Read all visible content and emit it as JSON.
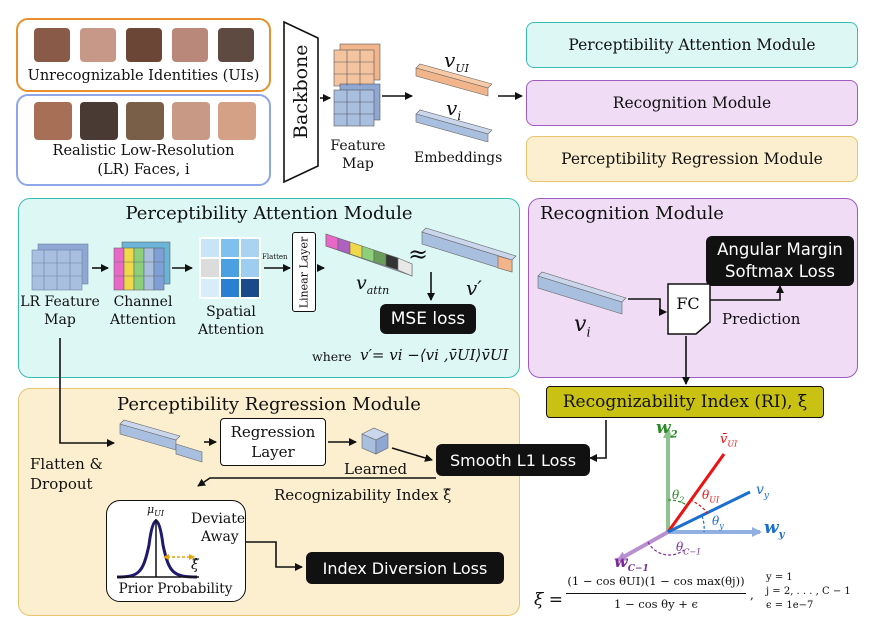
{
  "inputs": {
    "ui_label": "Unrecognizable Identities (UIs)",
    "lr_label_line1": "Realistic Low-Resolution",
    "lr_label_line2": "(LR) Faces, i"
  },
  "backbone": {
    "label": "Backbone"
  },
  "feature_map": {
    "line1": "Feature",
    "line2": "Map"
  },
  "embeddings": {
    "label": "Embeddings",
    "v_ui": "vUI",
    "v_i": "vi"
  },
  "legend": {
    "attention": "Perceptibility Attention Module",
    "recognition": "Recognition Module",
    "regression": "Perceptibility Regression Module"
  },
  "pam": {
    "title": "Perceptibility Attention Module",
    "lr_feature_map_line1": "LR Feature",
    "lr_feature_map_line2": "Map",
    "channel_attention_line1": "Channel",
    "channel_attention_line2": "Attention",
    "spatial_attention_line1": "Spatial",
    "spatial_attention_line2": "Attention",
    "flatten": "Flatten",
    "linear_layer": "Linear Layer",
    "v_attn": "vattn",
    "approx": "≈",
    "v_prime": "v′",
    "mse_loss": "MSE loss",
    "where_label": "where",
    "where_formula": "v′= vi −⟨vi ,v̄UI⟩v̄UI"
  },
  "rm": {
    "title": "Recognition Module",
    "angular_line1": "Angular Margin",
    "angular_line2": "Softmax Loss",
    "fc": "FC",
    "prediction": "Prediction",
    "v_i": "vi"
  },
  "ri_label": "Recognizability Index (RI), ξ",
  "prm": {
    "title": "Perceptibility Regression Module",
    "flatten_dropout_line1": "Flatten &",
    "flatten_dropout_line2": "Dropout",
    "regression_line1": "Regression",
    "regression_line2": "Layer",
    "learned": "Learned",
    "ri_hat": "Recognizability Index ξ̂",
    "smooth_l1": "Smooth L1 Loss",
    "mu_ui": "μUI",
    "deviate_line1": "Deviate",
    "deviate_line2": "Away",
    "xi_hat": "ξ̂",
    "prior": "Prior Probability",
    "index_diversion": "Index Diversion Loss"
  },
  "vector_diagram": {
    "w2": "w2",
    "wy": "wy",
    "wc1": "wC−1",
    "vbar_ui": "v̄UI",
    "vy": "vy",
    "theta2": "θ2",
    "theta_ui": "θUI",
    "theta_y": "θy",
    "theta_c1": "θC−1"
  },
  "formula": {
    "lhs": "ξ =",
    "numerator": "(1 − cos θUI)(1 − cos max(θj))",
    "denominator": "1 − cos θy + ϵ",
    "cond1": "y = 1",
    "cond2": "j = 2, . . . , C − 1",
    "cond3": "ϵ = 1e−7"
  },
  "colors": {
    "orange_border": "#e8912c",
    "blue_border": "#8da6e8",
    "teal_fill": "#dcf7f4",
    "teal_border": "#38bdb3",
    "purple_fill": "#f0dcf5",
    "purple_border": "#a05ac3",
    "yellow_fill": "#fbefcf",
    "yellow_border": "#e8c46d",
    "ri_fill": "#c9c213",
    "cube_blue": "#a9bfdf",
    "cube_orange": "#f2b48a"
  }
}
